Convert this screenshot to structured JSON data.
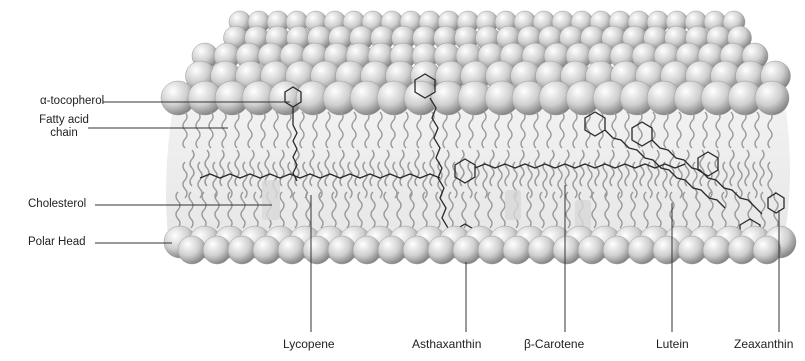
{
  "diagram": {
    "left_labels": {
      "tocopherol": "α-tocopherol",
      "fatty_acid_line1": "Fatty acid",
      "fatty_acid_line2": "chain",
      "cholesterol": "Cholesterol",
      "polar_head": "Polar Head"
    },
    "bottom_labels": {
      "lycopene": "Lycopene",
      "asthaxanthin": "Asthaxanthin",
      "beta_carotene": "β-Carotene",
      "lutein": "Lutein",
      "zeaxanthin": "Zeaxanthin"
    },
    "colors": {
      "head_light": "#f2f2f2",
      "head_dark": "#8c8c8c",
      "tail": "#9a9a9a",
      "molecule": "#2a2a2a",
      "leader_line": "#333333"
    }
  }
}
